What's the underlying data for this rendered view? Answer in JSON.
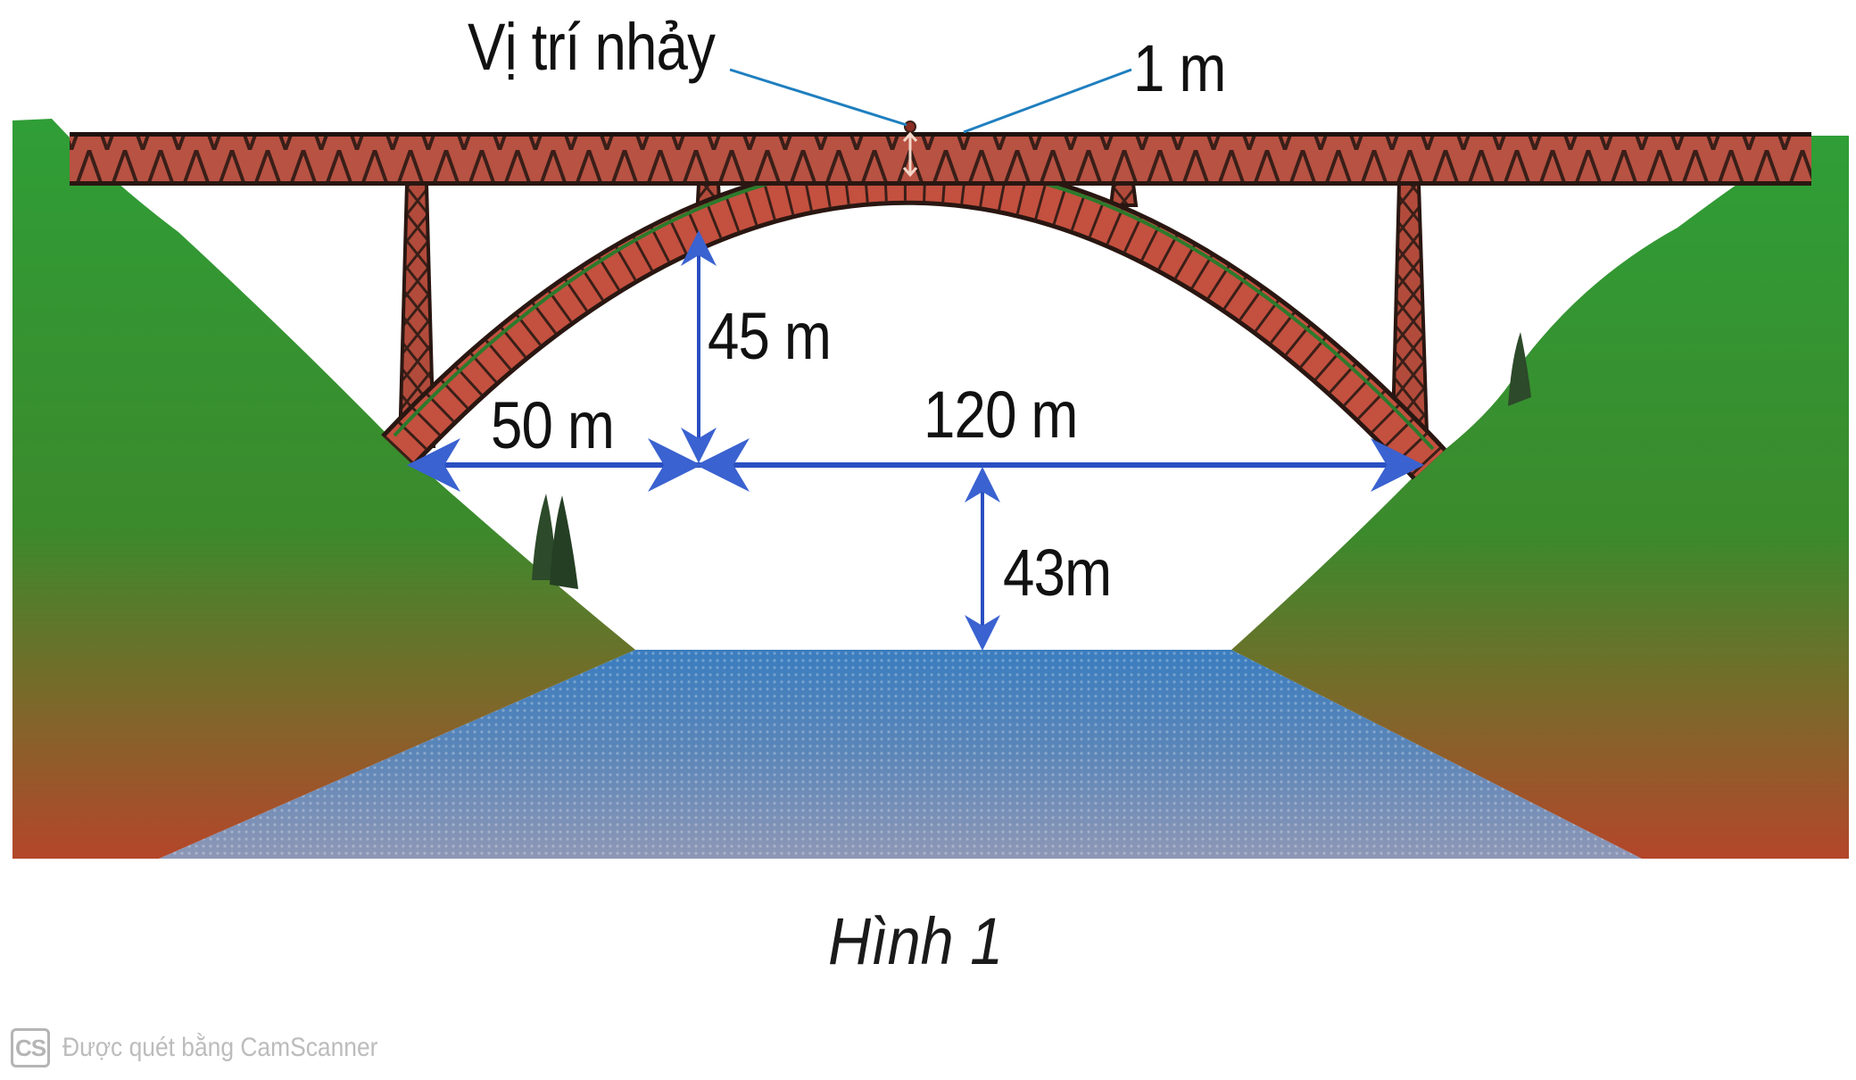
{
  "figure": {
    "caption": "Hình 1",
    "jump_label": "Vị trí nhảy",
    "jumper_height_label": "1 m",
    "arch_height_label": "45 m",
    "left_offset_label": "50 m",
    "span_label": "120 m",
    "clearance_label": "43m"
  },
  "measurements": {
    "jumper_height_m": 1,
    "arch_height_m": 45,
    "left_offset_m": 50,
    "span_m": 120,
    "clearance_to_water_m": 43
  },
  "colors": {
    "truss_red": "#c4503f",
    "truss_dark": "#3a1f18",
    "hill_green": "#2e9a36",
    "hill_brown": "#b1472a",
    "water_top": "#3d7fc0",
    "water_bottom": "#8a96b8",
    "dimension_blue": "#2b4fc2",
    "leader_blue": "#1f7fbf"
  },
  "watermark": {
    "icon": "CS",
    "text": "Được quét bằng CamScanner"
  }
}
